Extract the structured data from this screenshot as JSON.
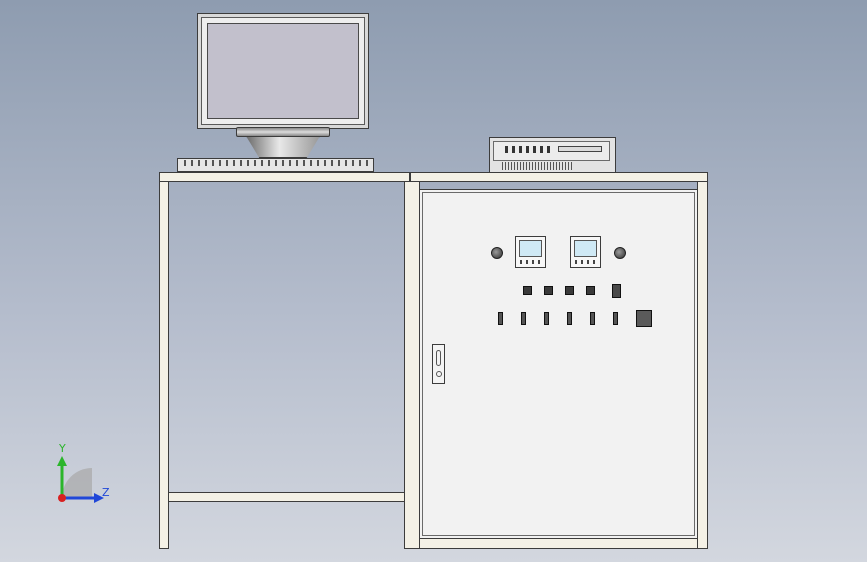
{
  "scene": {
    "colors": {
      "background_top": "#8e9cb0",
      "background_bottom": "#d3d7df",
      "frame": "#f4f1e6",
      "cabinet_door": "#f2f2f2",
      "display_screen": "#cfe9f5",
      "outline": "#3c3c3c"
    },
    "objects": {
      "monitor": "monitor",
      "keyboard": "keyboard",
      "rack_unit": "rack-unit",
      "table": "workstation-table",
      "cabinet": "electrical-cabinet"
    }
  },
  "triad": {
    "y_label": "Y",
    "z_label": "Z",
    "y_color": "#2bb52b",
    "z_color": "#2047d8",
    "x_color": "#d82020"
  }
}
